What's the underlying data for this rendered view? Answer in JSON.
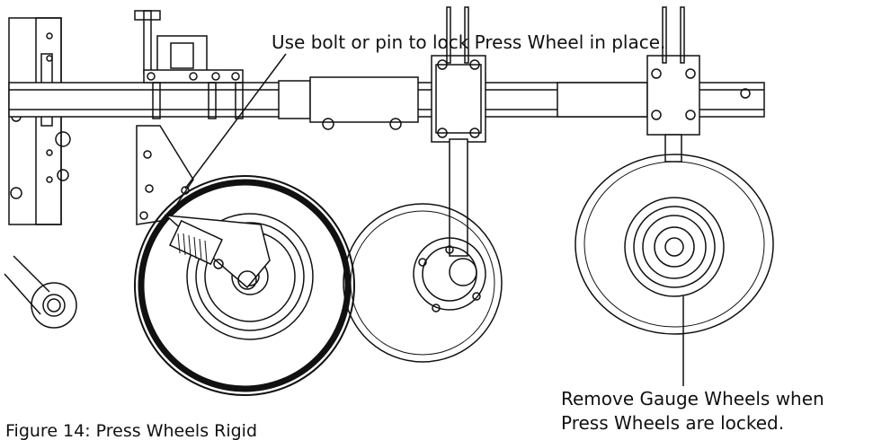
{
  "callouts": {
    "lock_press_wheel": "Use bolt or pin to lock Press Wheel in place.",
    "remove_gauge_line1": "Remove  Gauge  Wheels  when",
    "remove_gauge_line2": "Press Wheels are locked."
  },
  "caption": "Figure 14: Press Wheels Rigid",
  "colors": {
    "ink": "#111111",
    "paper": "#ffffff"
  }
}
